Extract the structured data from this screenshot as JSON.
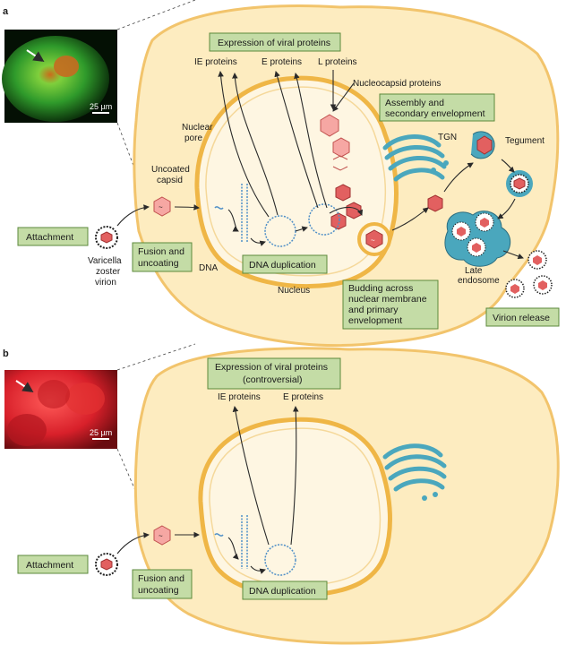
{
  "panels": {
    "a": {
      "letter": "a",
      "micrograph_scale": "25 µm",
      "expression_box": "Expression of viral proteins",
      "ie_proteins": "IE proteins",
      "e_proteins": "E proteins",
      "l_proteins": "L proteins",
      "nucleocapsid_proteins": "Nucleocapsid proteins",
      "assembly_box": [
        "Assembly and",
        "secondary envelopment"
      ],
      "tgn": "TGN",
      "tegument": "Tegument",
      "nuclear_pore": [
        "Nuclear",
        "pore"
      ],
      "uncoated_capsid": [
        "Uncoated",
        "capsid"
      ],
      "attachment_box": "Attachment",
      "virion_label": [
        "Varicella",
        "zoster",
        "virion"
      ],
      "fusion_box": [
        "Fusion and",
        "uncoating"
      ],
      "dna": "DNA",
      "dna_duplication_box": "DNA duplication",
      "nucleus": "Nucleus",
      "late_endosome": [
        "Late",
        "endosome"
      ],
      "budding_box": [
        "Budding across",
        "nuclear membrane",
        "and primary",
        "envelopment"
      ],
      "virion_release_box": "Virion release"
    },
    "b": {
      "letter": "b",
      "micrograph_scale": "25 µm",
      "expression_box": [
        "Expression of viral proteins",
        "(controversial)"
      ],
      "ie_proteins": "IE proteins",
      "e_proteins": "E proteins",
      "attachment_box": "Attachment",
      "fusion_box": [
        "Fusion and",
        "uncoating"
      ],
      "dna_duplication_box": "DNA duplication"
    }
  },
  "colors": {
    "cell_fill": "#fdecc0",
    "cell_stroke": "#f2c46c",
    "nucleus_fill": "#fef6e2",
    "nucleus_stroke": "#efb646",
    "label_box_fill": "#c4dca6",
    "label_box_stroke": "#5d8a3c",
    "capsid_red": "#e26060",
    "capsid_light": "#f6a7a3",
    "golgi_teal": "#4aa7bd",
    "dna_blue": "#4f8fc7",
    "fluor_green": "#2f9a2b",
    "fluor_red": "#d8202a"
  }
}
